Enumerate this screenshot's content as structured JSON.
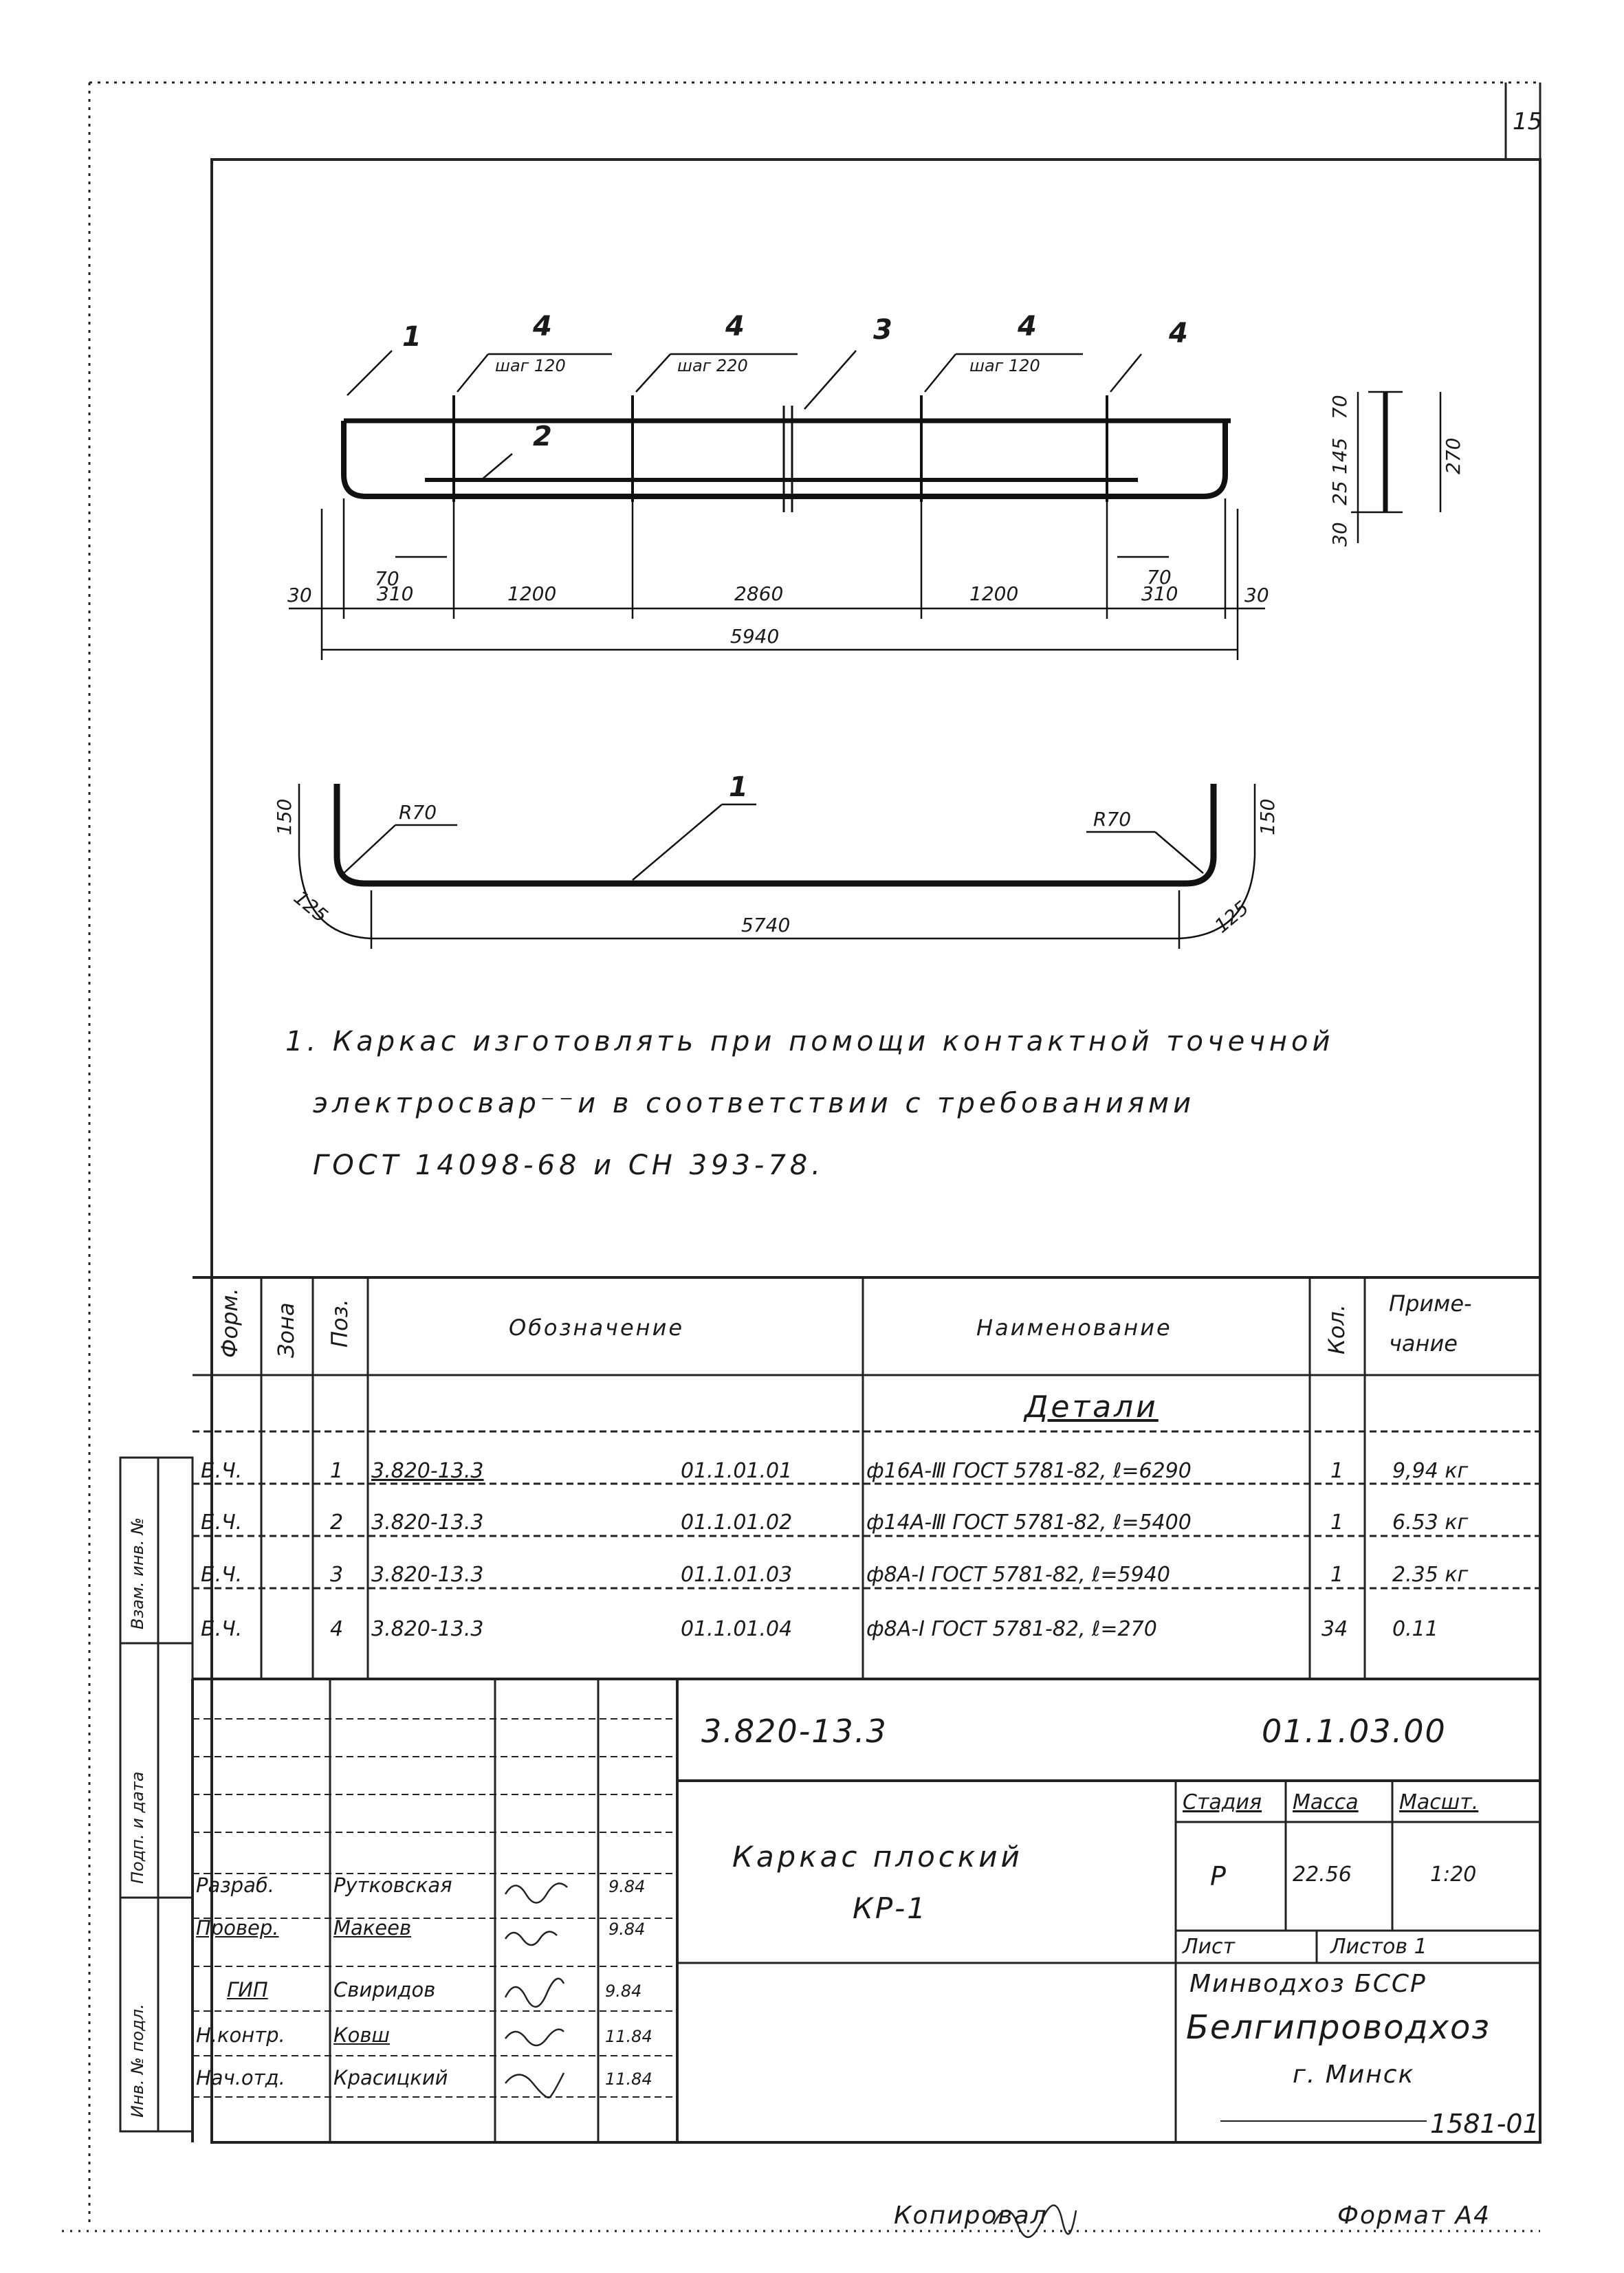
{
  "sheet_number": "15",
  "callouts": {
    "c1_top": "1",
    "c2": "2",
    "c3": "3",
    "c4a": "4",
    "c4a_sub": "шаг 120",
    "c4b": "4",
    "c4b_sub": "шаг 220",
    "c4c": "4",
    "c4c_sub": "шаг 120",
    "c4d": "4",
    "c1_bottom": "1"
  },
  "dims_top": {
    "d30_left": "30",
    "d310_left": "310",
    "d1200_left": "1200",
    "d2860": "2860",
    "d1200_right": "1200",
    "d310_right": "310",
    "d30_right": "30",
    "d5940": "5940",
    "d70_left": "70",
    "d70_right": "70"
  },
  "dims_side": {
    "d70": "70",
    "d145": "145",
    "d25": "25",
    "d30": "30",
    "d270": "270"
  },
  "dims_bottom": {
    "d150_left": "150",
    "r70_left": "R70",
    "r70_right": "R70",
    "d150_right": "150",
    "d125_left": "125",
    "d125_right": "125",
    "d5740": "5740"
  },
  "notes": [
    "1. Каркас изготовлять при помощи контактной точечной",
    "электросвар⁻⁻и в соответствии с требованиями",
    "ГОСТ 14098-68 и СН 393-78."
  ],
  "spec_table": {
    "headers": {
      "format": "Форм.",
      "zone": "Зона",
      "pos": "Поз.",
      "designation": "Обозначение",
      "name": "Наименование",
      "qty": "Кол.",
      "note_line1": "Приме-",
      "note_line2": "чание"
    },
    "section_title": "Детали",
    "rows": [
      {
        "format": "Б.Ч.",
        "pos": "1",
        "code": "3.820-13.3",
        "doc": "01.1.01.01",
        "name": "ф16А-Ⅲ ГОСТ 5781-82, ℓ=6290",
        "qty": "1",
        "note": "9,94 кг"
      },
      {
        "format": "Б.Ч.",
        "pos": "2",
        "code": "3.820-13.3",
        "doc": "01.1.01.02",
        "name": "ф14А-Ⅲ ГОСТ 5781-82, ℓ=5400",
        "qty": "1",
        "note": "6.53 кг"
      },
      {
        "format": "Б.Ч.",
        "pos": "3",
        "code": "3.820-13.3",
        "doc": "01.1.01.03",
        "name": "ф8А-I ГОСТ 5781-82, ℓ=5940",
        "qty": "1",
        "note": "2.35 кг"
      },
      {
        "format": "Б.Ч.",
        "pos": "4",
        "code": "3.820-13.3",
        "doc": "01.1.01.04",
        "name": "ф8А-I ГОСТ 5781-82, ℓ=270",
        "qty": "34",
        "note": "0.11"
      }
    ]
  },
  "side_stamp": {
    "vzam_inv": "Взам. инв. №",
    "podp_data": "Подп. и дата",
    "inv_podl": "Инв. № подл."
  },
  "title_block": {
    "doc_code": "3.820-13.3",
    "doc_number": "01.1.03.00",
    "title_line1": "Каркас плоский",
    "title_line2": "КР-1",
    "stage_label": "Стадия",
    "mass_label": "Масса",
    "scale_label": "Масшт.",
    "stage": "Р",
    "mass": "22.56",
    "scale": "1:20",
    "sheet_label": "Лист",
    "sheets_label": "Листов 1",
    "org_line1": "Минводхоз БССР",
    "org_line2": "Белгипроводхоз",
    "org_line3": "г. Минск",
    "signatures": [
      {
        "role": "Разраб.",
        "name": "Рутковская",
        "date": "9.84"
      },
      {
        "role": "Провер.",
        "name": "Макеев",
        "date": "9.84"
      },
      {
        "role": "ГИП",
        "name": "Свиридов",
        "date": "9.84"
      },
      {
        "role": "Н.контр.",
        "name": "Ковш",
        "date": "11.84"
      },
      {
        "role": "Нач.отд.",
        "name": "Красицкий",
        "date": "11.84"
      }
    ]
  },
  "archive_number": "1581-01",
  "footer": {
    "copied": "Копировал",
    "format": "Формат А4"
  }
}
